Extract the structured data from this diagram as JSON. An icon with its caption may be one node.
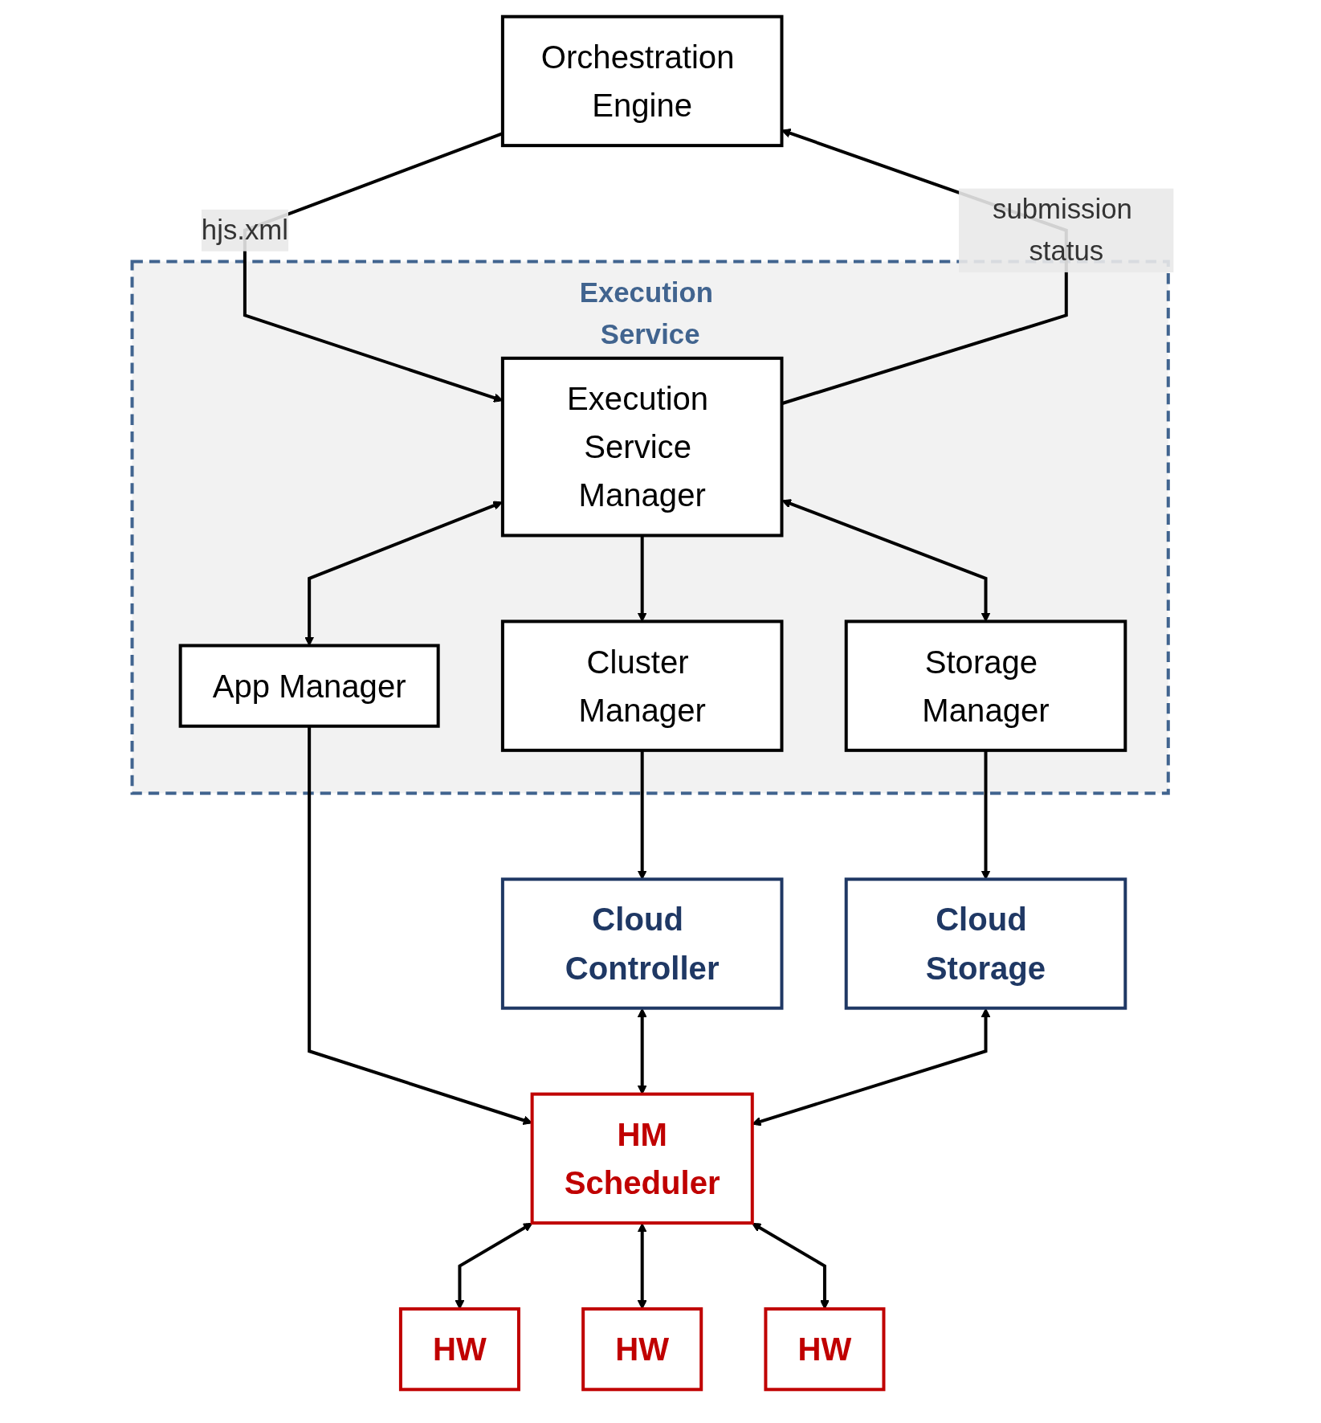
{
  "diagram": {
    "nodes": [
      {
        "text": [
          "Orchestration Engine"
        ]
      },
      {
        "text": [
          "Execution Service"
        ]
      },
      {
        "text": [
          "Execution Service Manager"
        ],
        "in": 1
      },
      {
        "text": [
          "Storage Manager"
        ],
        "in": 1
      },
      {
        "text": [
          "Cluster Manager"
        ],
        "in": 1
      },
      {
        "text": [
          "App Manager"
        ],
        "in": 1
      },
      {
        "text": [
          "Cloud Storage"
        ]
      },
      {
        "text": [
          "Cloud Controller"
        ]
      },
      {
        "text": [
          "HM",
          "Scheduler"
        ]
      },
      {
        "text": [
          "HW"
        ]
      },
      {
        "text": [
          "HW"
        ]
      },
      {
        "text": [
          "HW"
        ]
      }
    ],
    "edges": [
      {
        "from": 0,
        "to": 2,
        "arrow": "to",
        "label": "hjs.xml"
      },
      {
        "from": 2,
        "to": 0,
        "arrow": "to",
        "label": "submission status"
      },
      {
        "from": 2,
        "to": 3,
        "arrow": "both"
      },
      {
        "from": 2,
        "to": 4,
        "arrow": "to"
      },
      {
        "from": 2,
        "to": 5,
        "arrow": "both"
      },
      {
        "from": 3,
        "to": 6,
        "arrow": "to"
      },
      {
        "from": 4,
        "to": 7,
        "arrow": "to"
      },
      {
        "from": 5,
        "to": 8,
        "arrow": "to"
      },
      {
        "from": 7,
        "to": 8,
        "arrow": "both"
      },
      {
        "from": 8,
        "to": 9,
        "arrow": "both"
      },
      {
        "from": 8,
        "to": 10,
        "arrow": "both"
      },
      {
        "from": 8,
        "to": 11,
        "arrow": "both"
      },
      {
        "from": 6,
        "to": 8,
        "arrow": "both"
      }
    ]
  }
}
